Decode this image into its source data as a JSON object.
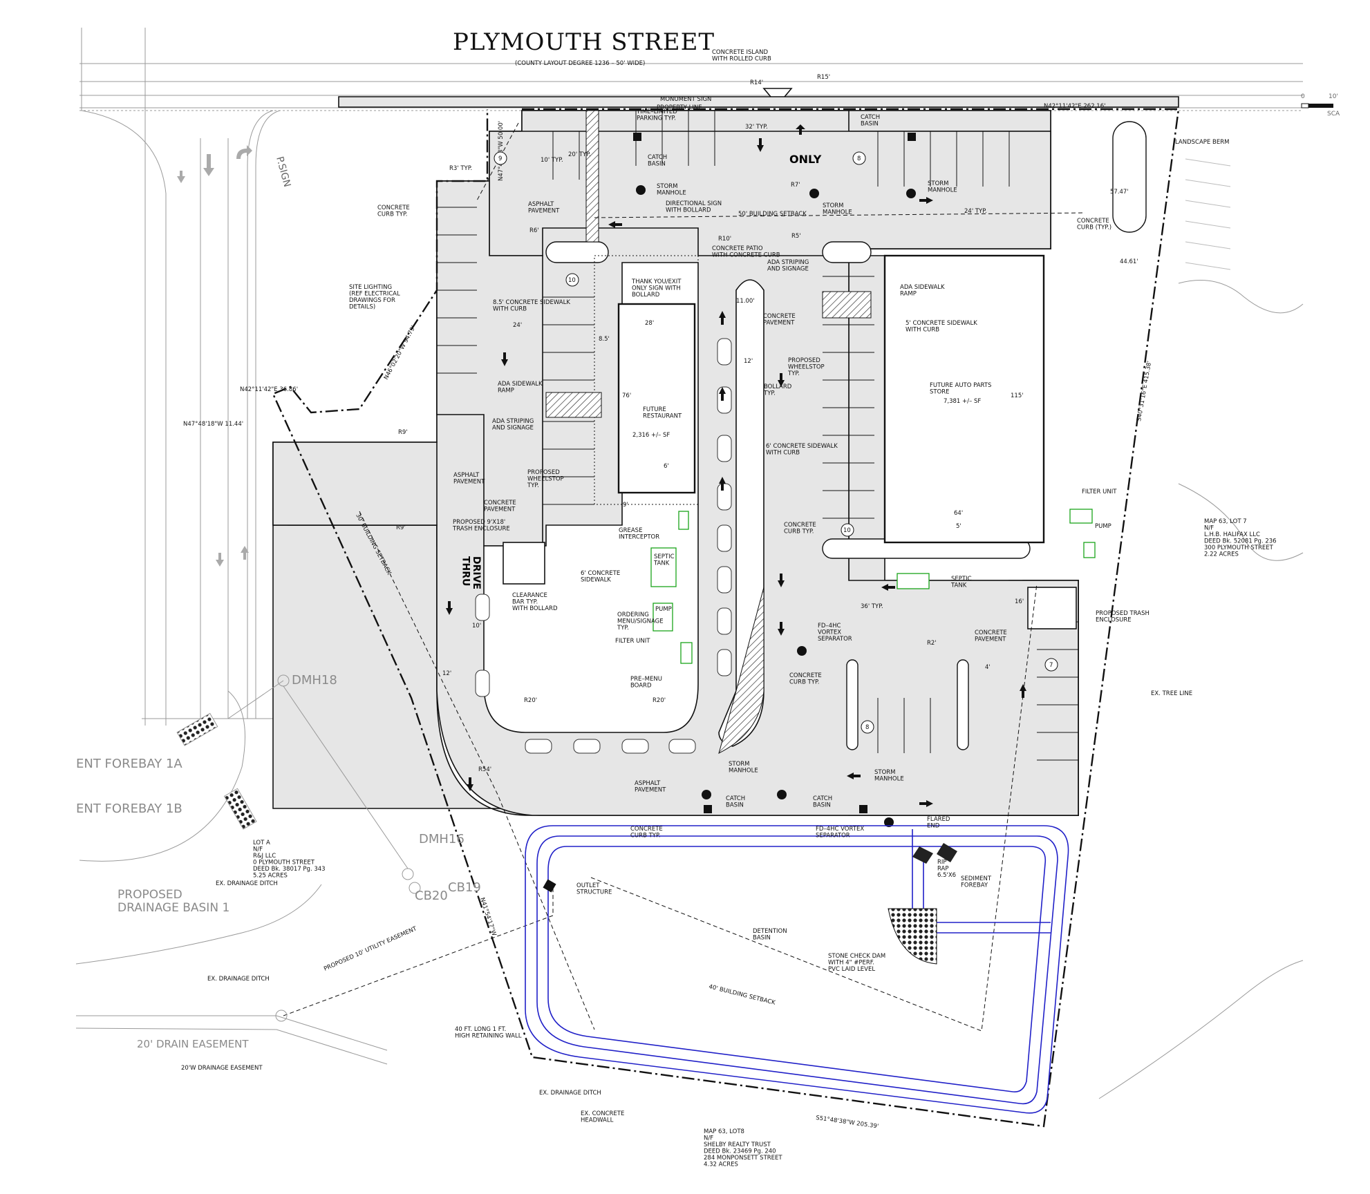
{
  "street": {
    "name": "PLYMOUTH STREET",
    "note": "(COUNTY LAYOUT DEGREE 1236 – 50' WIDE)"
  },
  "scale": {
    "zero": "0",
    "ten": "10'",
    "label": "SCA"
  },
  "buildings": {
    "restaurant": {
      "name": "FUTURE\nRESTAURANT",
      "area": "2,316 +/– SF"
    },
    "autoparts": {
      "name": "FUTURE AUTO PARTS\nSTORE",
      "area": "7,381 +/– SF"
    }
  },
  "drive_thru": "DRIVE\nTHRU",
  "only": "ONLY",
  "bearings": {
    "top": "N42°11'42\"E 262.16'",
    "left_north": "N47°48'18\"W 50.00'",
    "left_diag": "N46°02'20\"W 94.79'",
    "left_top": "N42°11'42\"E 36.86'",
    "left_mid": "N47°48'18\"W 11.44'",
    "right": "S40°31'16\"E 415.38'",
    "bottom": "S51°48'38\"W 205.39'",
    "southwest": "N41°54'17\"W"
  },
  "dims": {
    "d32": "32' TYP.",
    "d24": "24' TYP.",
    "d20": "20' TYP.",
    "d10": "10' TYP.",
    "d28": "28'",
    "d76": "76'",
    "d85": "8.5'",
    "d24b": "24'",
    "d12": "12'",
    "d11": "11.00'",
    "d115": "115'",
    "d64": "64'",
    "d5": "5'",
    "d5747": "57.47'",
    "d4461": "44.61'",
    "d36": "36' TYP.",
    "d16": "16'",
    "d4": "4'",
    "d9": "9'",
    "d6": "6'",
    "d10b": "10'",
    "d12b": "12'"
  },
  "radii": {
    "r3": "R3' TYP.",
    "r14": "R14'",
    "r15": "R15'",
    "r6": "R6'",
    "r5": "R5'",
    "r10": "R10'",
    "r7": "R7'",
    "r9": "R9'",
    "r20": "R20'",
    "r54": "R54'",
    "r2": "R2'"
  },
  "labels": {
    "concrete_island": "CONCRETE ISLAND\nWITH ROLLED CURB",
    "monument": "MONUMENT SIGN",
    "property_line": "PROPERTY LINE",
    "time_limited": "TIME–LIMITED\nPARKING TYP.",
    "catch_basin": "CATCH\nBASIN",
    "storm_manhole": "STORM\nMANHOLE",
    "directional": "DIRECTIONAL SIGN\nWITH BOLLARD",
    "building_setback_50": "50' BUILDING SETBACK",
    "building_setback_30": "30' BUILDING SETBACK",
    "building_setback_40": "40' BUILDING SETBACK",
    "landscape_berm": "LANDSCAPE BERM",
    "concrete_curb_typ": "CONCRETE\nCURB TYP.",
    "concrete_curb_typ2": "CONCRETE\nCURB (TYP.)",
    "asphalt_pavement": "ASPHALT\nPAVEMENT",
    "concrete_pavement": "CONCRETE\nPAVEMENT",
    "concrete_patio": "CONCRETE PATIO\nWITH CONCRETE CURB",
    "thank_you": "THANK YOU/EXIT\nONLY SIGN WITH\nBOLLARD",
    "ada_striping": "ADA STRIPING\nAND SIGNAGE",
    "ada_ramp": "ADA SIDEWALK\nRAMP",
    "site_lighting": "SITE LIGHTING\n(REF ELECTRICAL\nDRAWINGS FOR\nDETAILS)",
    "sidewalk_85": "8.5' CONCRETE SIDEWALK\nWITH CURB",
    "sidewalk_5": "5' CONCRETE SIDEWALK\nWITH CURB",
    "sidewalk_6": "6' CONCRETE SIDEWALK\nWITH CURB",
    "sidewalk_6b": "6' CONCRETE\nSIDEWALK",
    "wheelstop": "PROPOSED\nWHEELSTOP\nTYP.",
    "bollard": "BOLLARD\nTYP.",
    "trash": "PROPOSED 9'X18'\nTRASH ENCLOSURE",
    "trash2": "PROPOSED TRASH\nENCLOSURE",
    "grease": "GREASE\nINTERCEPTOR",
    "septic": "SEPTIC\nTANK",
    "pump": "PUMP",
    "filter": "FILTER UNIT",
    "clearance": "CLEARANCE\nBAR TYP.\nWITH BOLLARD",
    "ordering": "ORDERING\nMENU/SIGNAGE\nTYP.",
    "premenu": "PRE–MENU\nBOARD",
    "vortex": "FD–4HC\nVORTEX\nSEPARATOR",
    "vortex2": "FD–4HC VORTEX\nSEPARATOR",
    "outlet": "OUTLET\nSTRUCTURE",
    "detention": "DETENTION\nBASIN",
    "stone_dam": "STONE CHECK DAM\nWITH 4\" #PERF.\nPVC LAID LEVEL",
    "flared": "FLARED\nEND",
    "riprap": "RIP\nRAP\n6.5'X6",
    "forebay": "SEDIMENT\nFOREBAY",
    "retaining": "40 FT. LONG 1 FT.\nHIGH RETAINING WALL",
    "utility_easement": "PROPOSED 10' UTILITY EASEMENT",
    "drain_easement": "20' DRAIN EASEMENT",
    "drainage_easement": "20'W DRAINAGE EASEMENT",
    "drainage_ditch": "EX. DRAINAGE DITCH",
    "concrete_headwall": "EX. CONCRETE\nHEADWALL",
    "tree_line": "EX. TREE LINE",
    "forebay_1a": "ENT FOREBAY 1A",
    "forebay_1b": "ENT FOREBAY 1B",
    "basin1": "PROPOSED\nDRAINAGE BASIN 1",
    "dmh18": "DMH18",
    "dmh16": "DMH16",
    "cb20": "CB20",
    "cb19": "CB19",
    "psign": "P.SIGN"
  },
  "parcels": {
    "lot7": "MAP 63, LOT 7\nN/F\nL.H.B. HALIFAX LLC\nDEED Bk. 52081 Pg. 236\n300 PLYMOUTH STREET\n2.22 ACRES",
    "lota": "LOT A\nN/F\nR&J LLC\n0 PLYMOUTH STREET\nDEED Bk. 38017 Pg. 343\n5.25 ACRES",
    "lot8": "MAP 63, LOT8\nN/F\nSHELBY REALTY TRUST\nDEED Bk. 23469 Pg. 240\n284 MONPONSETT STREET\n4.32 ACRES"
  },
  "space_counts": [
    "9",
    "8",
    "10",
    "10",
    "7",
    "8"
  ]
}
